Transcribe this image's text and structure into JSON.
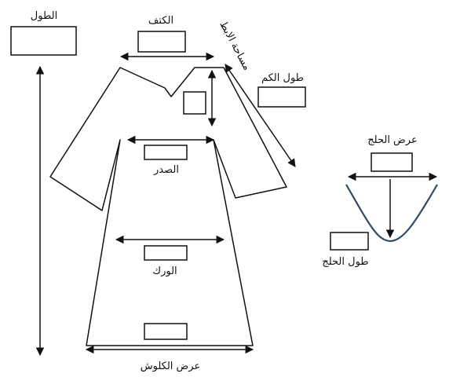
{
  "labels": {
    "length": "الطول",
    "shoulder": "الكتف",
    "armhole": "مساحة الابط",
    "sleeve_length": "طول الكم",
    "chest": "الصدر",
    "hip": "الورك",
    "hem_width": "عرض الكلوش",
    "neck_width": "عرض الحلج",
    "neck_depth": "طول الحلج"
  },
  "colors": {
    "line": "#111111",
    "neck_curve": "#2f4a66"
  }
}
